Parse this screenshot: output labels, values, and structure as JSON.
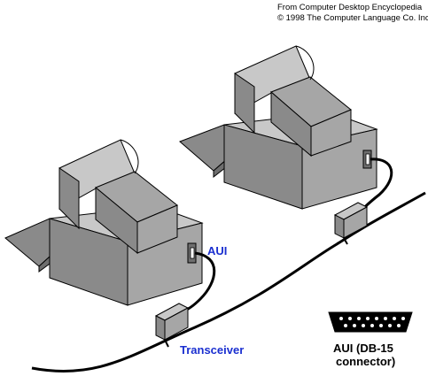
{
  "credit": {
    "line1": "From Computer Desktop Encyclopedia",
    "line2": "© 1998 The Computer Language Co. Inc."
  },
  "labels": {
    "aui": "AUI",
    "transceiver": "Transceiver",
    "connector_line1": "AUI (DB-15",
    "connector_line2": "connector)"
  },
  "colors": {
    "label_blue": "#1a2fd0",
    "dark_gray": "#8a8a8a",
    "mid_gray": "#a6a6a6",
    "light_gray": "#c8c8c8",
    "outline": "#000000"
  },
  "icons": [
    "computer-icon",
    "computer-icon",
    "transceiver-icon",
    "transceiver-icon",
    "db15-connector-icon"
  ]
}
